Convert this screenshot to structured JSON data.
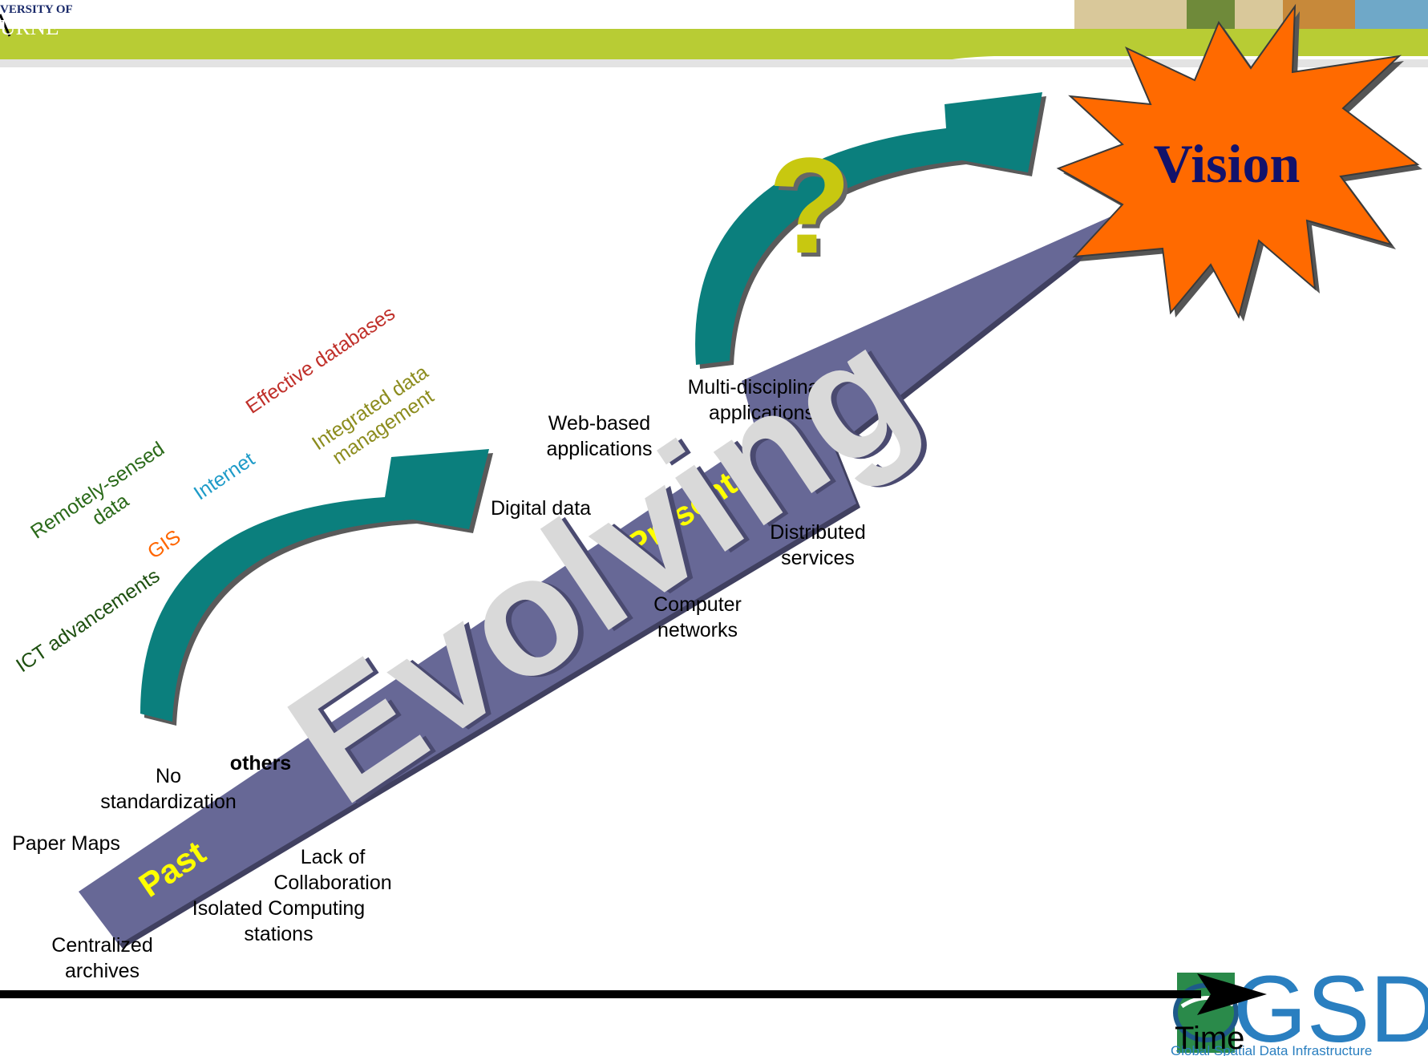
{
  "header": {
    "university_line1": "VERSITY OF",
    "university_line2": "URNE"
  },
  "vision": {
    "label": "Vision",
    "color": "#ff6a00",
    "text_color": "#12126b"
  },
  "question_mark": {
    "label": "?",
    "color": "#c8c810"
  },
  "evolving_arrow": {
    "label": "Evolving",
    "color": "#676896",
    "text_color": "#d9d9d9"
  },
  "stages": {
    "past": "Past",
    "present": "Present",
    "stage_color": "#ffff00"
  },
  "drivers": [
    {
      "text": "ICT advancements",
      "color": "#1e5010"
    },
    {
      "text": "GIS",
      "color": "#ff6600"
    },
    {
      "text": "Remotely-sensed\ndata",
      "color": "#2b6a1a"
    },
    {
      "text": "Internet",
      "color": "#1e9bc8"
    },
    {
      "text": "Effective databases",
      "color": "#c0302a"
    },
    {
      "text": "Integrated data\nmanagement",
      "color": "#8c8c1e"
    }
  ],
  "past_items": {
    "no_standardization": "No\nstandardization",
    "others": "others",
    "paper_maps": "Paper Maps",
    "lack_of_collaboration": "Lack of\nCollaboration",
    "isolated_computing": "Isolated Computing\nstations",
    "centralized_archives": "Centralized\narchives"
  },
  "present_items": {
    "multi_disciplinary": "Multi-disciplinary\napplications",
    "web_based": "Web-based\napplications",
    "digital_data": "Digital data",
    "distributed_services": "Distributed\nservices",
    "computer_networks": "Computer\nnetworks"
  },
  "timeline": {
    "label": "Time"
  },
  "gsdi_logo": {
    "text": "GSD",
    "subtitle": "Global Spatial Data Infrastructure",
    "color": "#2a7fc0"
  },
  "colors": {
    "header_green": "#b8cc34",
    "teal_arrow": "#0b7f7d"
  }
}
